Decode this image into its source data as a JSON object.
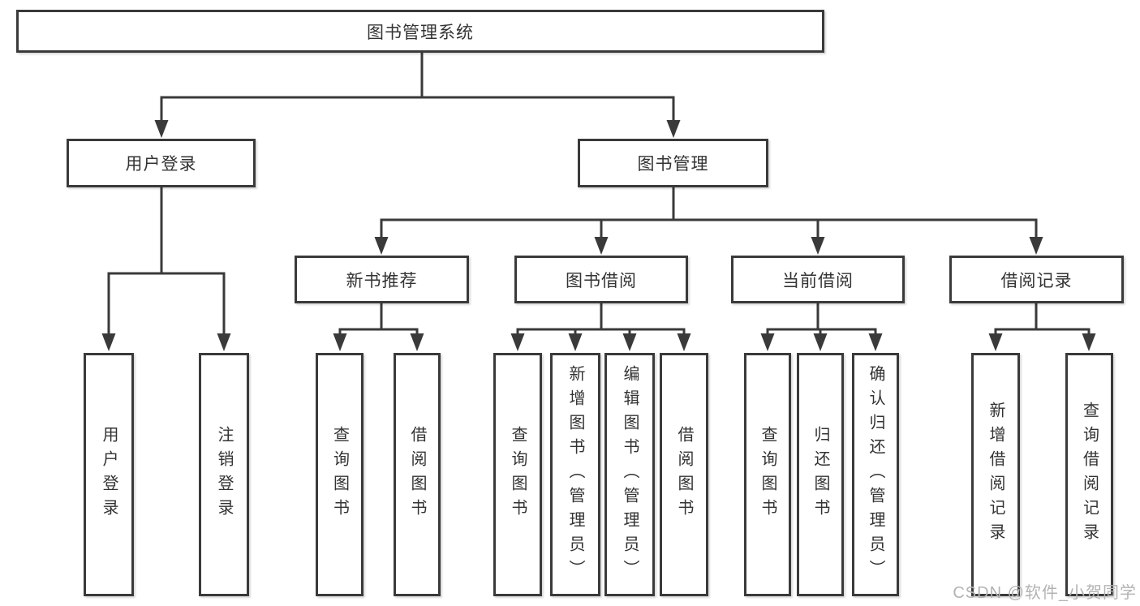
{
  "diagram": {
    "title": "图书管理系统",
    "type": "tree",
    "tree": {
      "label": "图书管理系统",
      "children": [
        {
          "label": "用户登录",
          "children": [
            {
              "label": "用户登录"
            },
            {
              "label": "注销登录"
            }
          ]
        },
        {
          "label": "图书管理",
          "children": [
            {
              "label": "新书推荐",
              "children": [
                {
                  "label": "查询图书"
                },
                {
                  "label": "借阅图书"
                }
              ]
            },
            {
              "label": "图书借阅",
              "children": [
                {
                  "label": "查询图书"
                },
                {
                  "label": "新增图书（管理员）"
                },
                {
                  "label": "编辑图书（管理员）"
                },
                {
                  "label": "借阅图书"
                }
              ]
            },
            {
              "label": "当前借阅",
              "children": [
                {
                  "label": "查询图书"
                },
                {
                  "label": "归还图书"
                },
                {
                  "label": "确认归还（管理员）"
                }
              ]
            },
            {
              "label": "借阅记录",
              "children": [
                {
                  "label": "新增借阅记录"
                },
                {
                  "label": "查询借阅记录"
                }
              ]
            }
          ]
        }
      ]
    },
    "watermark": "CSDN @软件_小贺同学",
    "colors": {
      "line": "#3a3a3a",
      "node_border": "#3a3a3a",
      "node_text": "#333333",
      "watermark_text": "#b3b3b3",
      "background": "#ffffff"
    }
  }
}
